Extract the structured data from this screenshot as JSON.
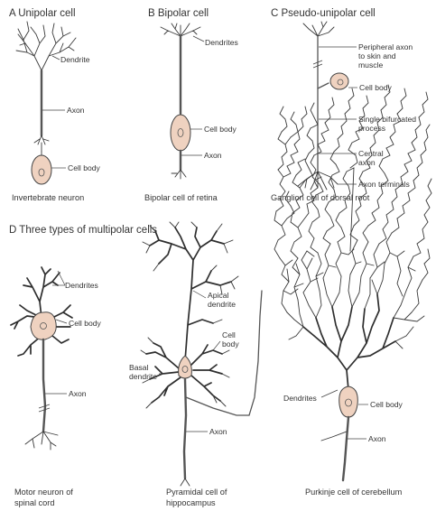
{
  "panels": {
    "a": {
      "title": "A  Unipolar cell",
      "caption": "Invertebrate neuron",
      "labels": {
        "dendrite": "Dendrite",
        "axon": "Axon",
        "cell_body": "Cell body"
      }
    },
    "b": {
      "title": "B  Bipolar cell",
      "caption": "Bipolar cell of retina",
      "labels": {
        "dendrites": "Dendrites",
        "cell_body": "Cell body",
        "axon": "Axon"
      }
    },
    "c": {
      "title": "C  Pseudo-unipolar cell",
      "caption": "Ganglion cell of dorsal root",
      "labels": {
        "peripheral_1": "Peripheral axon",
        "peripheral_2": "to skin and",
        "peripheral_3": "muscle",
        "cell_body": "Cell body",
        "process_1": "Single bifurcated",
        "process_2": "process",
        "central_1": "Central",
        "central_2": "axon",
        "terminals": "Axon terminals"
      }
    },
    "d": {
      "title": "D  Three types of multipolar cells",
      "motor": {
        "caption_1": "Motor neuron of",
        "caption_2": "spinal cord",
        "labels": {
          "dendrites": "Dendrites",
          "cell_body": "Cell body",
          "axon": "Axon"
        }
      },
      "pyramidal": {
        "caption_1": "Pyramidal cell of",
        "caption_2": "hippocampus",
        "labels": {
          "apical_1": "Apical",
          "apical_2": "dendrite",
          "cell_1": "Cell",
          "cell_2": "body",
          "basal_1": "Basal",
          "basal_2": "dendrite",
          "axon": "Axon"
        }
      },
      "purkinje": {
        "caption": "Purkinje cell of cerebellum",
        "labels": {
          "dendrites": "Dendrites",
          "cell_body": "Cell body",
          "axon": "Axon"
        }
      }
    }
  },
  "colors": {
    "soma_fill": "#efd2c0",
    "line": "#444444"
  }
}
